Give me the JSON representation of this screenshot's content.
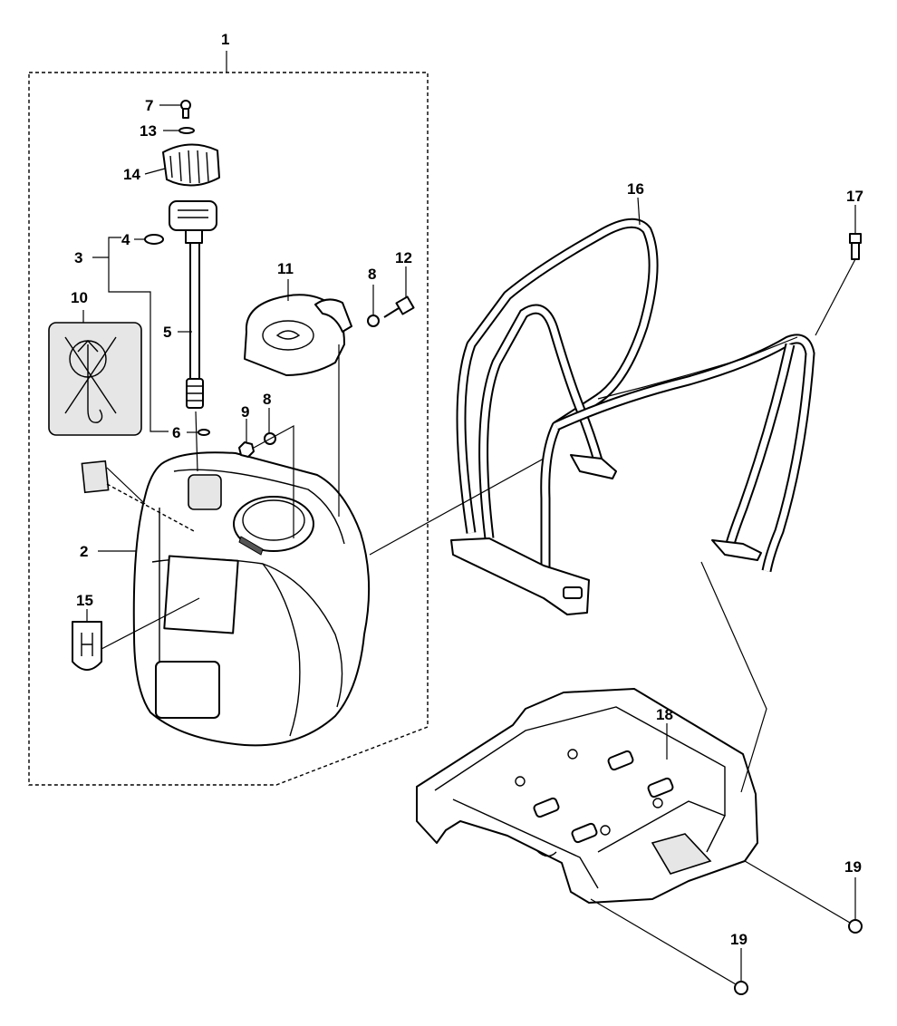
{
  "diagram": {
    "callouts": {
      "c1": "1",
      "c2": "2",
      "c3": "3",
      "c4": "4",
      "c5": "5",
      "c6": "6",
      "c7": "7",
      "c8a": "8",
      "c8b": "8",
      "c9": "9",
      "c10": "10",
      "c11": "11",
      "c12": "12",
      "c13": "13",
      "c14": "14",
      "c15": "15",
      "c16": "16",
      "c17": "17",
      "c18": "18",
      "c19a": "19",
      "c19b": "19"
    }
  }
}
